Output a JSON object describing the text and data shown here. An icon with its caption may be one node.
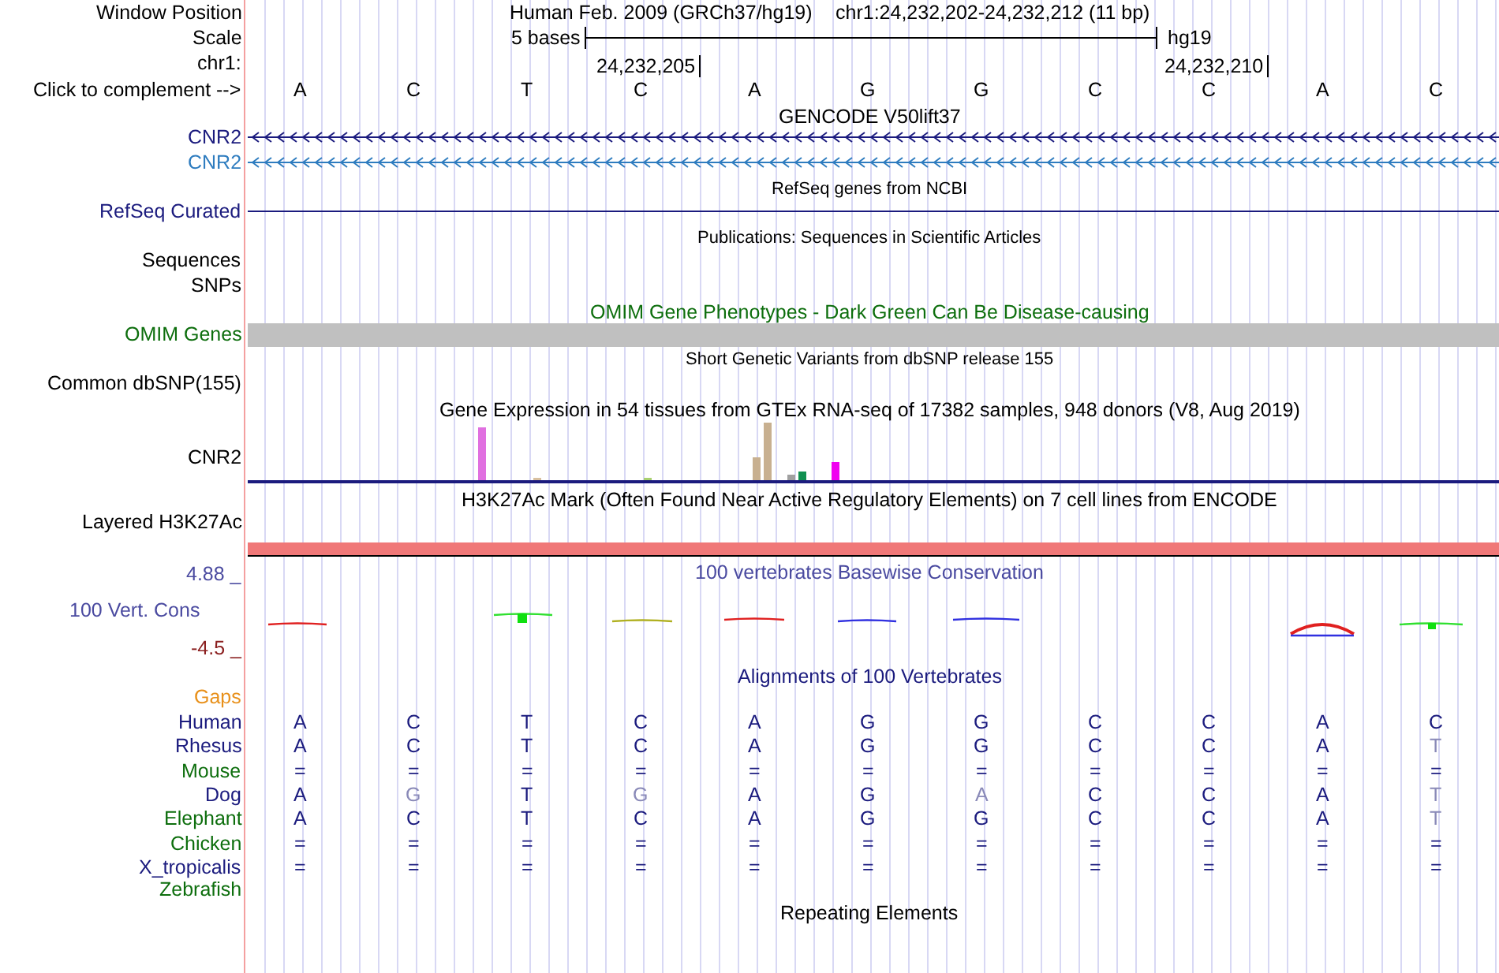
{
  "diagram": {
    "labels": [
      "Window Position",
      "Human Feb. 2009 (GRCh37/hg19)",
      "chr1:24,232,202-24,232,212 (11 bp)",
      "Scale",
      "5 bases",
      "hg19",
      "chr1:",
      "24,232,205",
      "24,232,210",
      "Click to complement -->",
      "A",
      "C",
      "T",
      "C",
      "A",
      "G",
      "G",
      "C",
      "C",
      "A",
      "C",
      "GENCODE V50lift37",
      "CNR2",
      "CNR2",
      "RefSeq genes from NCBI",
      "RefSeq Curated",
      "Publications: Sequences in Scientific Articles",
      "Sequences",
      "SNPs",
      "OMIM Gene Phenotypes - Dark Green Can Be Disease-causing",
      "OMIM Genes",
      "Short Genetic Variants from dbSNP release 155",
      "Common dbSNP(155)",
      "Gene Expression in 54 tissues from GTEx RNA-seq of 17382 samples, 948 donors (V8, Aug 2019)",
      "CNR2",
      "H3K27Ac Mark (Often Found Near Active Regulatory Elements) on 7 cell lines from ENCODE",
      "Layered H3K27Ac",
      "4.88 _",
      "100 vertebrates Basewise Conservation",
      "100 Vert. Cons",
      "-4.5 _",
      "Alignments of 100 Vertebrates",
      "Gaps",
      "Human",
      "A",
      "C",
      "T",
      "C",
      "A",
      "G",
      "G",
      "C",
      "C",
      "A",
      "C",
      "Rhesus",
      "A",
      "C",
      "T",
      "C",
      "A",
      "G",
      "G",
      "C",
      "C",
      "A",
      "T",
      "Mouse",
      "=",
      "=",
      "=",
      "=",
      "=",
      "=",
      "=",
      "=",
      "=",
      "=",
      "=",
      "Dog",
      "A",
      "G",
      "T",
      "G",
      "A",
      "G",
      "A",
      "C",
      "C",
      "A",
      "T",
      "Elephant",
      "A",
      "C",
      "T",
      "C",
      "A",
      "G",
      "G",
      "C",
      "C",
      "A",
      "T",
      "Chicken",
      "=",
      "=",
      "=",
      "=",
      "=",
      "=",
      "=",
      "=",
      "=",
      "=",
      "=",
      "X_tropicalis",
      "=",
      "=",
      "=",
      "=",
      "=",
      "=",
      "=",
      "=",
      "=",
      "=",
      "=",
      "Zebrafish",
      "Repeating Elements"
    ]
  }
}
